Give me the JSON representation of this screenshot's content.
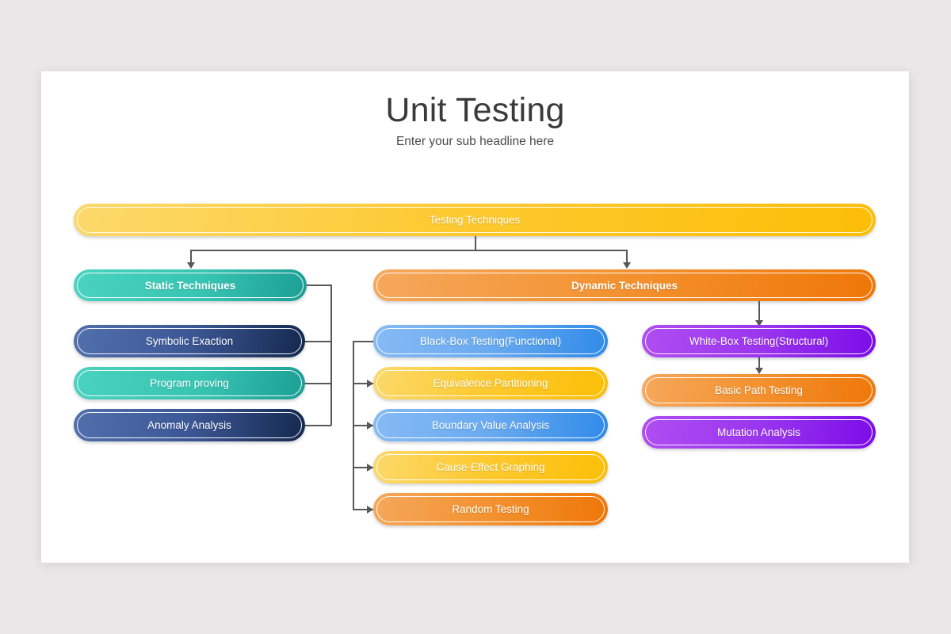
{
  "page": {
    "background_color": "#e9e7e8",
    "card_color": "#ffffff"
  },
  "header": {
    "title": "Unit Testing",
    "subtitle": "Enter your sub headline here"
  },
  "diagram": {
    "root": {
      "label": "Testing Techniques",
      "color": "#fcbe06"
    },
    "branches": [
      {
        "name": "static",
        "header": {
          "label": "Static Techniques",
          "color": "#1c9e95"
        },
        "children": [
          {
            "label": "Symbolic Exaction",
            "color": "#3c5795"
          },
          {
            "label": "Program proving",
            "color": "#38c4b2"
          },
          {
            "label": "Anomaly Analysis",
            "color": "#3c5795"
          }
        ]
      },
      {
        "name": "dynamic",
        "header": {
          "label": "Dynamic Techniques",
          "color": "#ef7708"
        },
        "children": [
          {
            "label": "Black-Box Testing(Functional)",
            "color": "#2f8ae8"
          },
          {
            "label": "Equivalence Partitioning",
            "color": "#fdc92f"
          },
          {
            "label": "Boundary Value Analysis",
            "color": "#2f8ae8"
          },
          {
            "label": "Cause-Effect Graphing",
            "color": "#fdc92f"
          },
          {
            "label": "Random Testing",
            "color": "#ef7708"
          }
        ],
        "children_right": [
          {
            "label": "White-Box Testing(Structural)",
            "color": "#9b36ef"
          },
          {
            "label": "Basic Path Testing",
            "color": "#f3912f"
          },
          {
            "label": "Mutation Analysis",
            "color": "#9b36ef"
          }
        ]
      }
    ],
    "connector_color": "#585858"
  }
}
